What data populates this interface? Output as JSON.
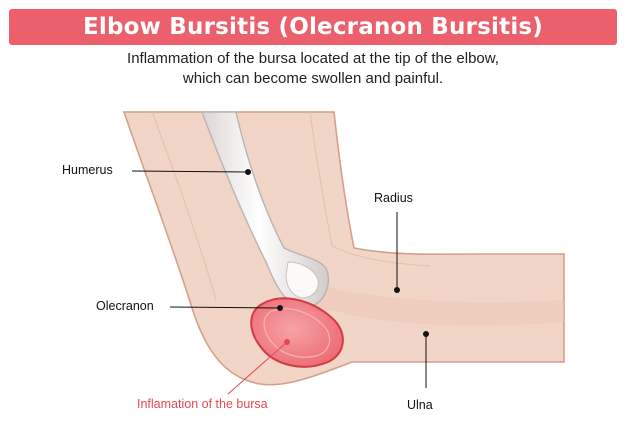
{
  "header": {
    "title": "Elbow Bursitis (Olecranon Bursitis)",
    "subtitle_line1": "Inflammation of the bursa located at the tip of the elbow,",
    "subtitle_line2": "which can become swollen and painful."
  },
  "labels": {
    "humerus": "Humerus",
    "radius": "Radius",
    "olecranon": "Olecranon",
    "ulna": "Ulna",
    "inflamed_bursa": "Inflamation of the bursa"
  },
  "colors": {
    "title_bar": "#ec5f6c",
    "skin_fill": "#f1d6c8",
    "skin_outline": "#d4a08a",
    "bone_fill": "#f4f1ef",
    "bone_outline": "#b9b4b1",
    "bursa_fill": "#f07f86",
    "bursa_outline": "#d33a45",
    "accent_label": "#e04a55"
  }
}
